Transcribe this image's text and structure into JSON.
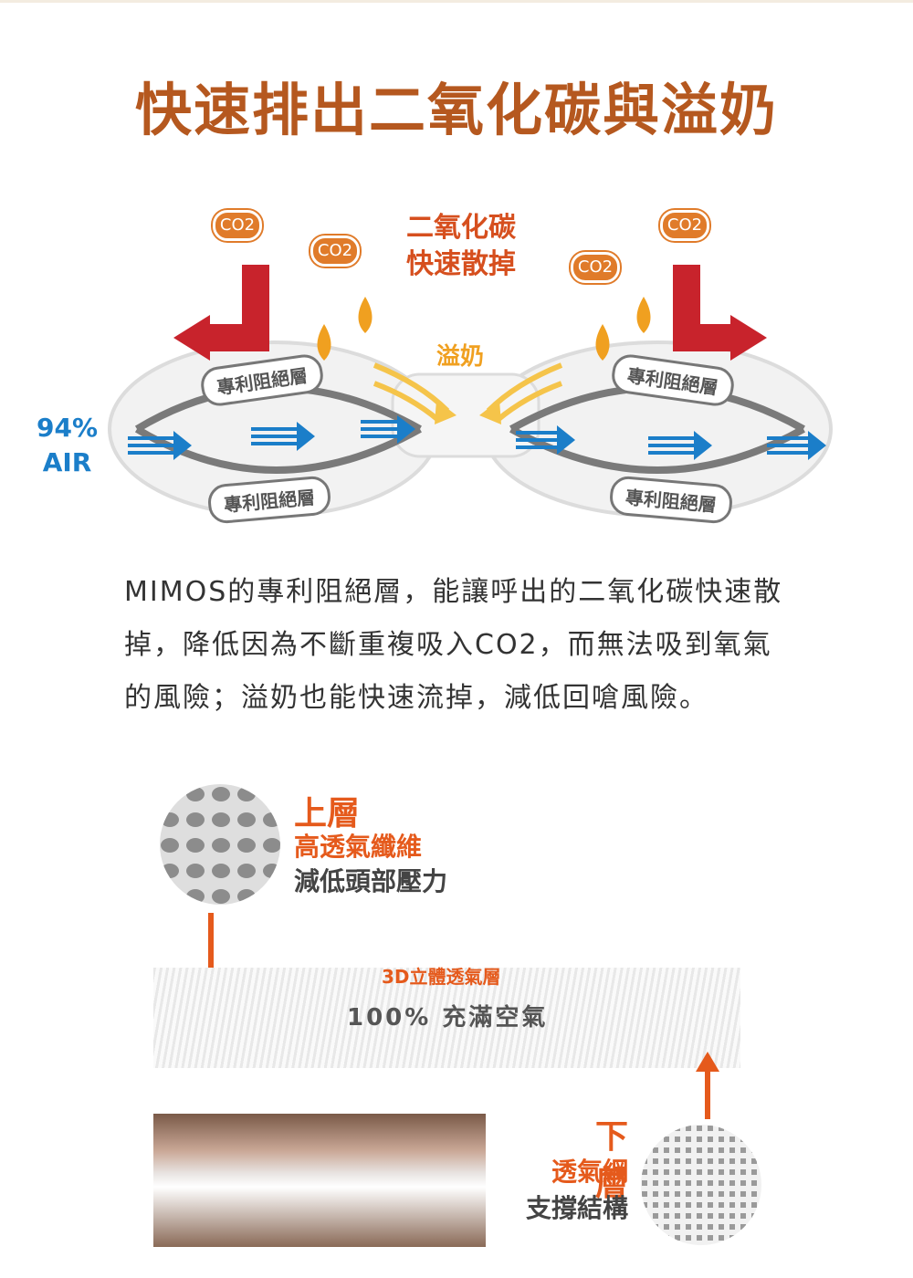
{
  "title": "快速排出二氧化碳與溢奶",
  "diagram": {
    "co2_label": "CO2",
    "co2_fast_line1": "二氧化碳",
    "co2_fast_line2": "快速散掉",
    "milk_label": "溢奶",
    "patent_layer": "專利阻絕層",
    "air_percent": "94%",
    "air_label": "AIR",
    "colors": {
      "orange": "#e07b2a",
      "red": "#c8232c",
      "blue": "#1b7ec9",
      "milk": "#f0a020"
    }
  },
  "paragraph": "MIMOS的專利阻絕層，能讓呼出的二氧化碳快速散掉，降低因為不斷重複吸入CO2，而無法吸到氧氣的風險；溢奶也能快速流掉，減低回嗆風險。",
  "upper": {
    "heading": "上層",
    "feature": "高透氣纖維",
    "benefit": "減低頭部壓力"
  },
  "middle": {
    "label": "3D立體透氣層",
    "air": "100% 充滿空氣"
  },
  "lower": {
    "heading": "下層",
    "feature": "透氣網",
    "benefit": "支撐結構"
  }
}
